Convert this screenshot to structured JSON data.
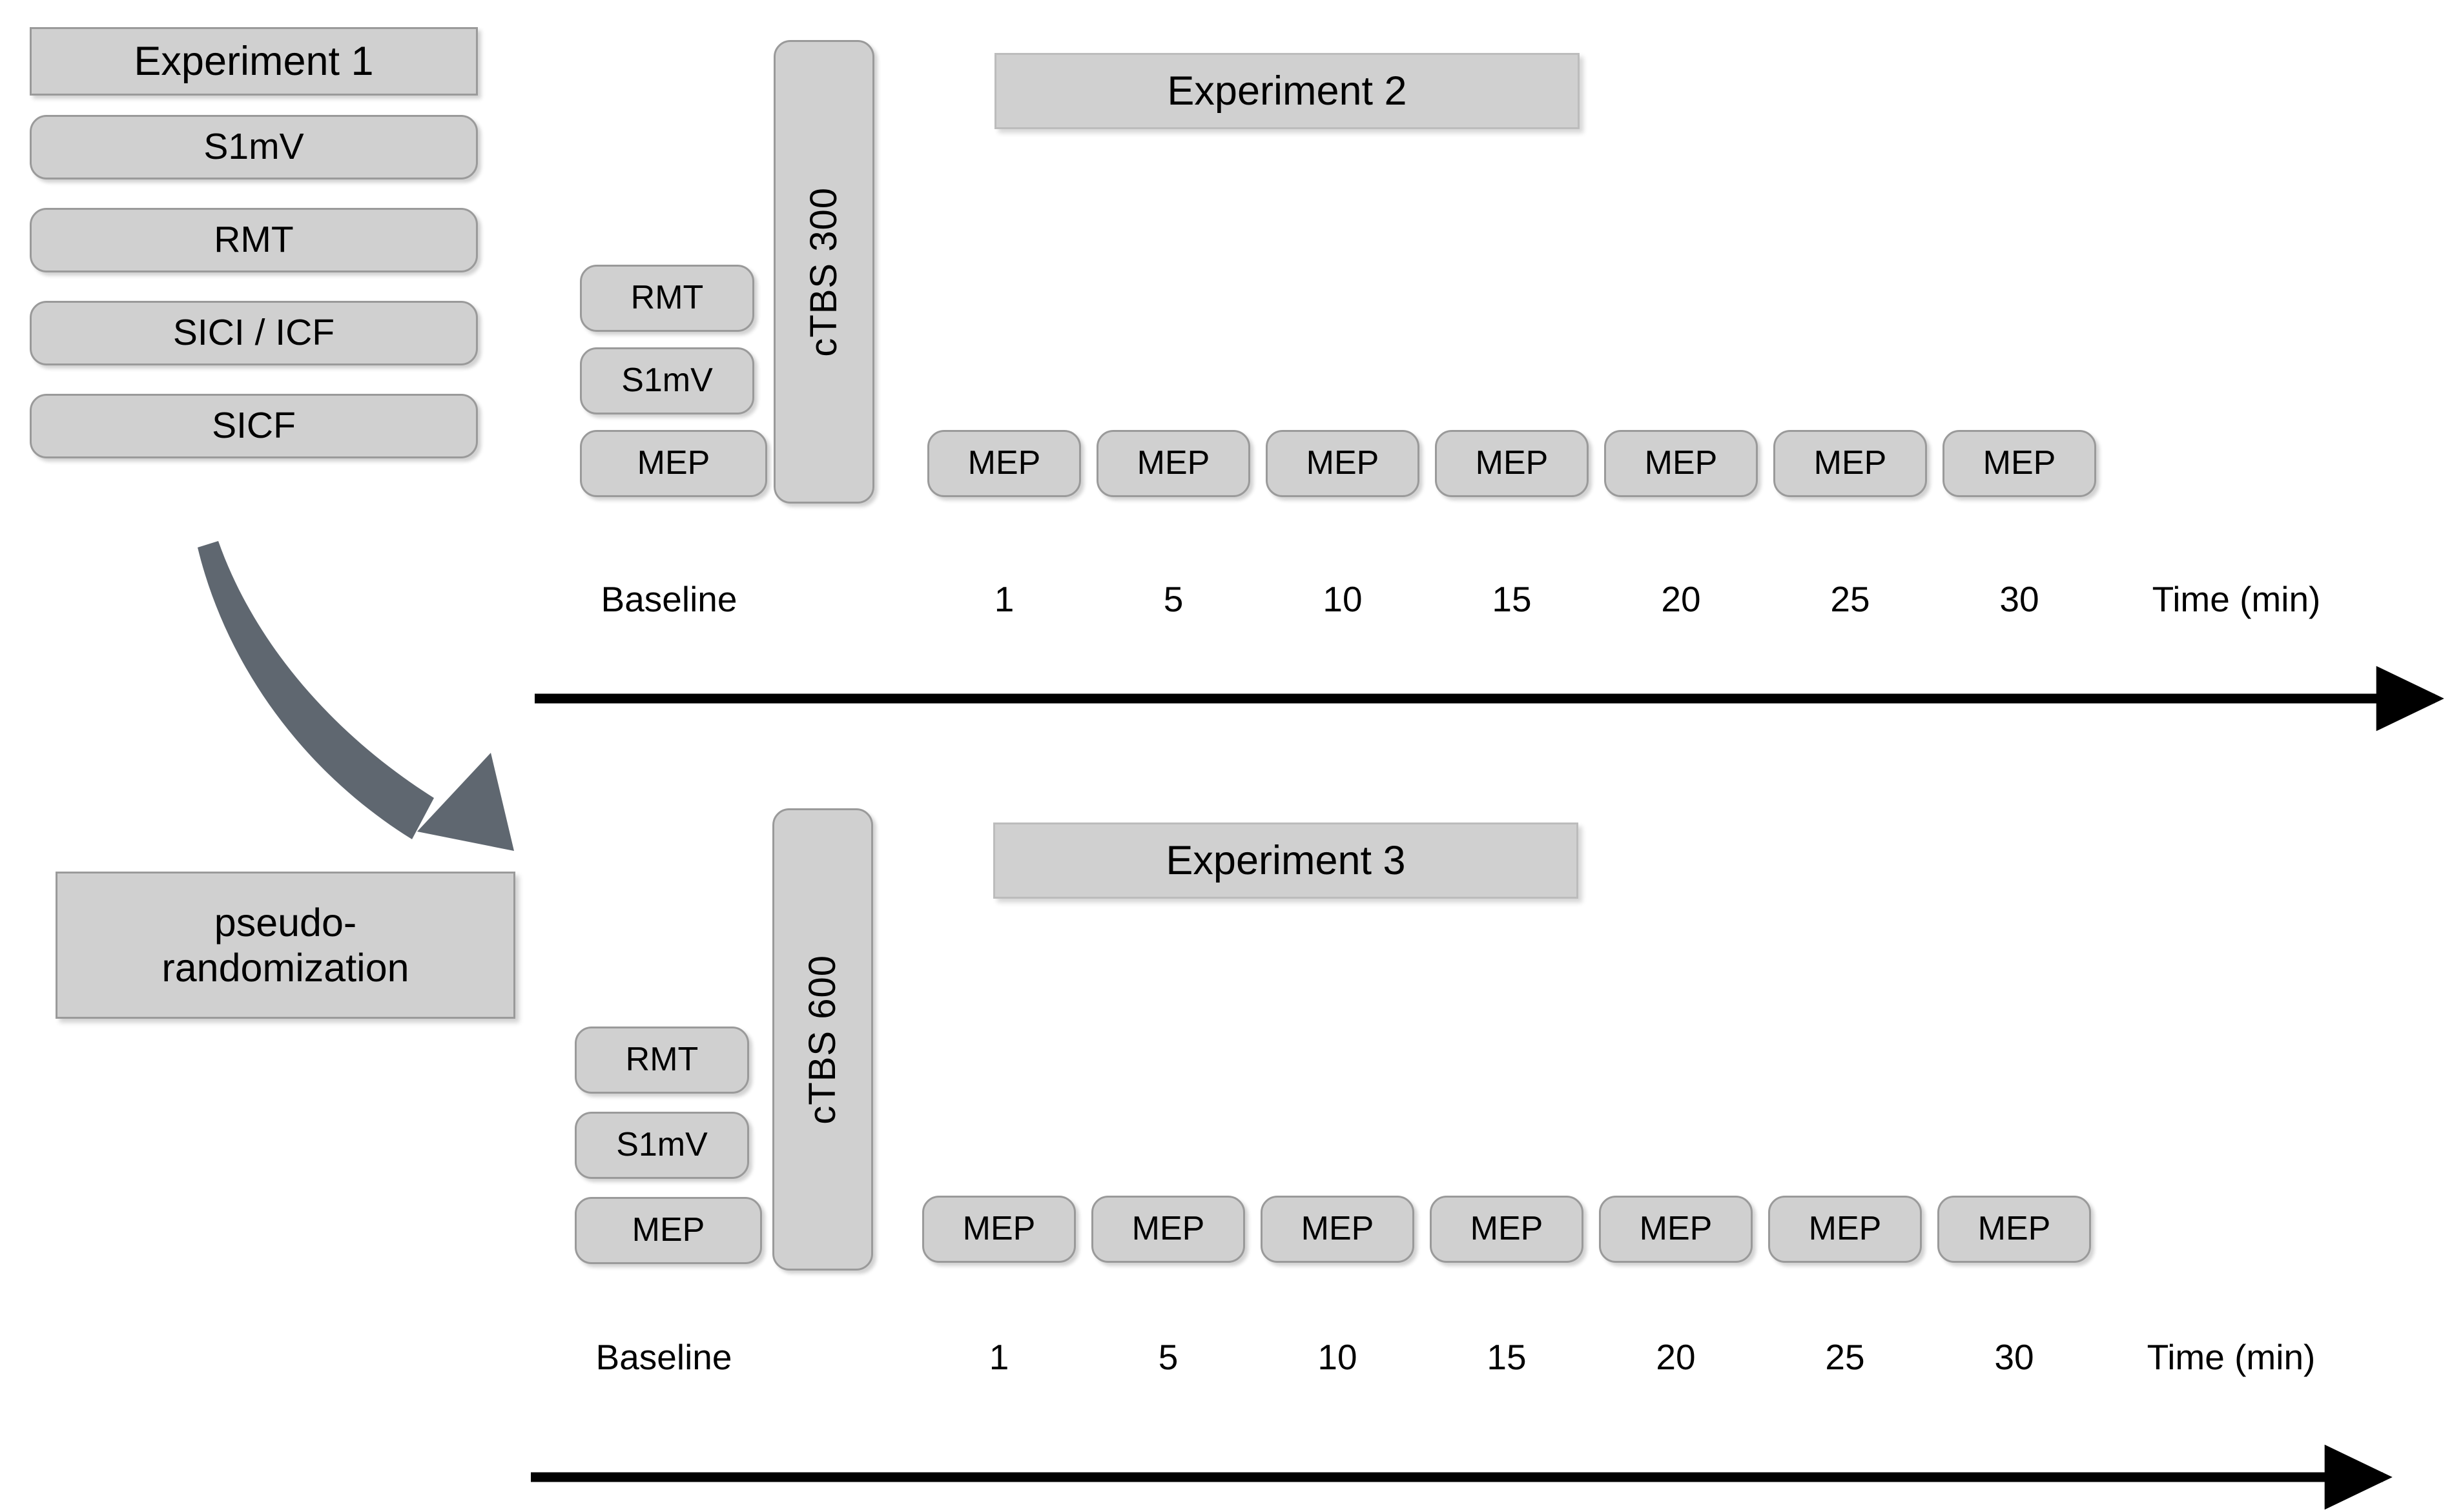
{
  "figure": {
    "background": "#ffffff",
    "box_fill": "#d0d0d0",
    "box_border": "#9a9a9a",
    "arrow_color": "#000000",
    "curved_arrow_color": "#5f6770"
  },
  "experiment1": {
    "title": "Experiment 1",
    "items": [
      {
        "label": "S1mV"
      },
      {
        "label": "RMT"
      },
      {
        "label": "SICI / ICF"
      },
      {
        "label": "SICF"
      }
    ]
  },
  "pseudo_randomization": {
    "line1": "pseudo-",
    "line2": "randomization"
  },
  "experiment2": {
    "title": "Experiment 2",
    "intervention": "cTBS 300",
    "baseline_measures": [
      {
        "label": "RMT"
      },
      {
        "label": "S1mV"
      },
      {
        "label": "MEP"
      }
    ],
    "baseline_axis_label": "Baseline",
    "post_measures": [
      {
        "label": "MEP",
        "time": "1"
      },
      {
        "label": "MEP",
        "time": "5"
      },
      {
        "label": "MEP",
        "time": "10"
      },
      {
        "label": "MEP",
        "time": "15"
      },
      {
        "label": "MEP",
        "time": "20"
      },
      {
        "label": "MEP",
        "time": "25"
      },
      {
        "label": "MEP",
        "time": "30"
      }
    ],
    "axis_label": "Time (min)"
  },
  "experiment3": {
    "title": "Experiment 3",
    "intervention": "cTBS 600",
    "baseline_measures": [
      {
        "label": "RMT"
      },
      {
        "label": "S1mV"
      },
      {
        "label": "MEP"
      }
    ],
    "baseline_axis_label": "Baseline",
    "post_measures": [
      {
        "label": "MEP",
        "time": "1"
      },
      {
        "label": "MEP",
        "time": "5"
      },
      {
        "label": "MEP",
        "time": "10"
      },
      {
        "label": "MEP",
        "time": "15"
      },
      {
        "label": "MEP",
        "time": "20"
      },
      {
        "label": "MEP",
        "time": "25"
      },
      {
        "label": "MEP",
        "time": "30"
      }
    ],
    "axis_label": "Time (min)"
  }
}
